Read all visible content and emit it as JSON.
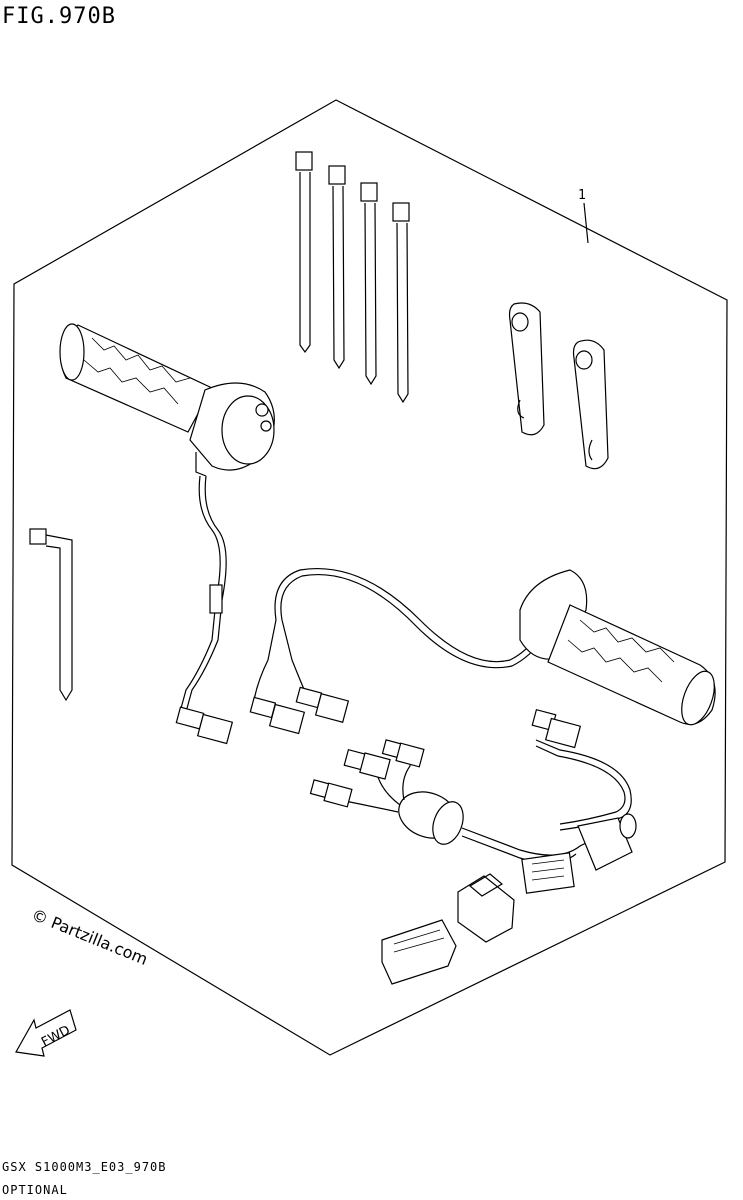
{
  "figure": {
    "title": "FIG.970B",
    "callout_label": "1"
  },
  "watermark": {
    "text": "© Partzilla.com"
  },
  "fwd_arrow": {
    "label": "FWD"
  },
  "footer": {
    "code": "GSX S1000M3_E03_970B",
    "note": "OPTIONAL"
  }
}
